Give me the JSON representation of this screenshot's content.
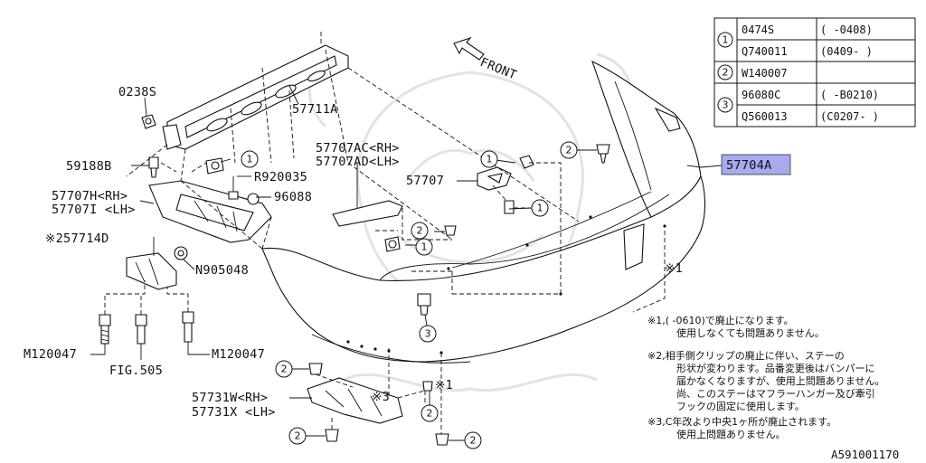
{
  "diagram": {
    "front_label": "FRONT",
    "parts": {
      "p0238s": "0238S",
      "p57711a": "57711A",
      "p59188b": "59188B",
      "pr920035": "R920035",
      "p96088": "96088",
      "p57707h": "57707H<RH>",
      "p57707i": "57707I <LH>",
      "p257714d": "※257714D",
      "pn905048": "N905048",
      "pm120047_left": "M120047",
      "pm120047_right": "M120047",
      "pfig505": "FIG.505",
      "p57707ac": "57707AC<RH>",
      "p57707ad": "57707AD<LH>",
      "p57707": "57707",
      "p57704a": "57704A",
      "p57731w": "57731W<RH>",
      "p57731x": "57731X <LH>",
      "mark1_right": "※1",
      "mark1_bottom": "※1",
      "mark3_bottom": "※3"
    },
    "callouts": {
      "one": "1",
      "two": "2",
      "three": "3"
    },
    "table": {
      "rows": [
        {
          "ref": "1",
          "part": "0474S",
          "range": "(   -0408)"
        },
        {
          "ref": "",
          "part": "Q740011",
          "range": "(0409-   )"
        },
        {
          "ref": "2",
          "part": "W140007",
          "range": ""
        },
        {
          "ref": "3",
          "part": "96080C",
          "range": "(  -B0210)"
        },
        {
          "ref": "",
          "part": "Q560013",
          "range": "(C0207-  )"
        }
      ]
    },
    "notes": {
      "n1_line1": "※1,(      -0610)で廃止になります。",
      "n1_line2": "使用しなくても問題ありません。",
      "n2_line1": "※2,相手側クリップの廃止に伴い、ステーの",
      "n2_line2": "形状が変わります。品番変更後はバンパーに",
      "n2_line3": "届かなくなりますが、使用上問題ありません。",
      "n2_line4": "尚、このステーはマフラーハンガー及び牽引",
      "n2_line5": "フックの固定に使用します。",
      "n3_line1": "※3,C年改より中央1ヶ所が廃止されます。",
      "n3_line2": "使用上問題ありません。"
    },
    "diagram_id": "A591001170",
    "highlight_color": "#a9a9f0"
  }
}
